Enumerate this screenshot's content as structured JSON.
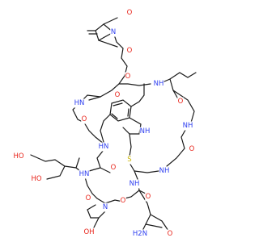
{
  "colors": {
    "bond": "#1a1a1a",
    "O": "#e8251b",
    "N": "#2e3ff0",
    "S": "#c8b400",
    "C": "#1a1a1a"
  },
  "atom_labels": [
    {
      "id": "o-maleimide-top",
      "text": "O",
      "el": "O"
    },
    {
      "id": "n-maleimide",
      "text": "N",
      "el": "N"
    },
    {
      "id": "o-maleimide-bot",
      "text": "O",
      "el": "O"
    },
    {
      "id": "o-chain",
      "text": "O",
      "el": "O"
    },
    {
      "id": "nh-ile",
      "text": "NH",
      "el": "N"
    },
    {
      "id": "o-ile",
      "text": "O",
      "el": "O"
    },
    {
      "id": "hn-left",
      "text": "HN",
      "el": "N"
    },
    {
      "id": "o-ring-ether",
      "text": "O",
      "el": "O"
    },
    {
      "id": "o-amide-left",
      "text": "O",
      "el": "O"
    },
    {
      "id": "nh-right",
      "text": "NH",
      "el": "N"
    },
    {
      "id": "nh-indole",
      "text": "NH",
      "el": "N"
    },
    {
      "id": "hn-mid",
      "text": "HN",
      "el": "N"
    },
    {
      "id": "o-gly",
      "text": "O",
      "el": "O"
    },
    {
      "id": "s-thioether",
      "text": "S",
      "el": "S"
    },
    {
      "id": "ho-top",
      "text": "HO",
      "el": "O"
    },
    {
      "id": "o-thr",
      "text": "O",
      "el": "O"
    },
    {
      "id": "nh-cys",
      "text": "NH",
      "el": "N"
    },
    {
      "id": "hn-thr",
      "text": "HN",
      "el": "N"
    },
    {
      "id": "ho-thr",
      "text": "HO",
      "el": "O"
    },
    {
      "id": "nh-asn",
      "text": "NH",
      "el": "N"
    },
    {
      "id": "o-cys",
      "text": "O",
      "el": "O"
    },
    {
      "id": "o-pro",
      "text": "O",
      "el": "O"
    },
    {
      "id": "n-pro",
      "text": "N",
      "el": "N"
    },
    {
      "id": "o-asn-co",
      "text": "O",
      "el": "O"
    },
    {
      "id": "oh-hyp",
      "text": "OH",
      "el": "O"
    },
    {
      "id": "h2n-asn",
      "text": "H2N",
      "el": "N"
    },
    {
      "id": "o-asn-side",
      "text": "O",
      "el": "O"
    }
  ]
}
